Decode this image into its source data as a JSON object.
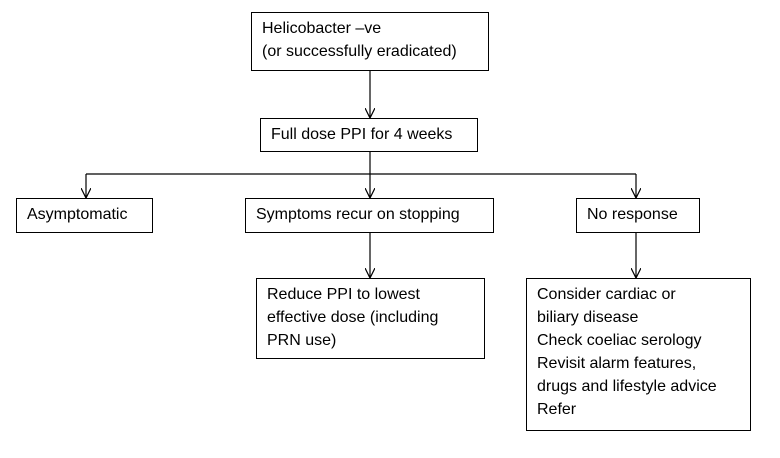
{
  "nodes": {
    "start": {
      "lines": [
        "Helicobacter  –ve",
        "(or successfully eradicated)"
      ]
    },
    "ppi": {
      "lines": [
        "Full dose PPI for 4 weeks"
      ]
    },
    "asymptomatic": {
      "lines": [
        "Asymptomatic"
      ]
    },
    "recur": {
      "lines": [
        "Symptoms recur on stopping"
      ]
    },
    "no_response": {
      "lines": [
        "No response"
      ]
    },
    "reduce": {
      "lines": [
        "Reduce PPI to lowest",
        "effective dose (including",
        "PRN use)"
      ]
    },
    "consider": {
      "lines": [
        "Consider cardiac or",
        "biliary disease",
        "Check coeliac serology",
        "Revisit alarm features,",
        "drugs and lifestyle advice",
        "Refer"
      ]
    }
  },
  "colors": {
    "stroke": "#000000",
    "text": "#000000",
    "background": "#ffffff"
  }
}
